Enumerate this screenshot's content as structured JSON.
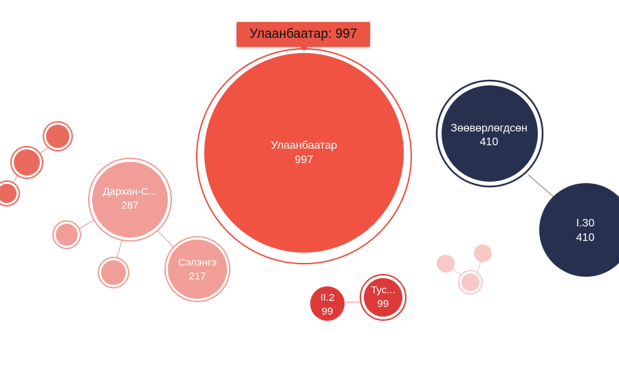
{
  "tooltip": {
    "text": "Улаанбаатар: 997"
  },
  "colors": {
    "red": "#f05342",
    "crimson": "#dc3a39",
    "pink": "#f19e98",
    "light_pink": "#f7c9c6",
    "navy": "#27304f"
  },
  "nodes": [
    {
      "id": "ulaanbaatar",
      "name": "Улаанбаатар",
      "value": "997",
      "color": "red",
      "selected": true
    },
    {
      "id": "zuvuurulugdsun",
      "name": "Зөөвөрлөгдсөн",
      "value": "410",
      "color": "navy",
      "ring": true
    },
    {
      "id": "i30",
      "name": "I.30",
      "value": "410",
      "color": "navy"
    },
    {
      "id": "darkhan",
      "name": "Дархан-С...",
      "value": "287",
      "color": "pink",
      "ring": true
    },
    {
      "id": "selenge",
      "name": "Сэлэнгэ",
      "value": "217",
      "color": "pink",
      "ring": true
    },
    {
      "id": "ii2",
      "name": "II.2",
      "value": "99",
      "color": "crimson"
    },
    {
      "id": "tus",
      "name": "Тус...",
      "value": "99",
      "color": "crimson",
      "ring": true
    }
  ]
}
